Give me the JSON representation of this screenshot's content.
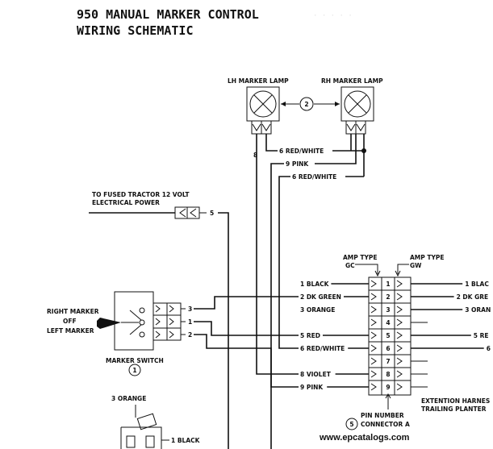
{
  "title": {
    "line1": "950 MANUAL MARKER CONTROL",
    "line2": "WIRING SCHEMATIC"
  },
  "lamps": {
    "lh": "LH MARKER LAMP",
    "rh": "RH MARKER LAMP",
    "callout": "2"
  },
  "power": {
    "line1": "TO FUSED TRACTOR 12 VOLT",
    "line2": "ELECTRICAL POWER",
    "wire": "5"
  },
  "switch": {
    "right": "RIGHT MARKER",
    "off": "OFF",
    "left": "LEFT MARKER",
    "name": "MARKER SWITCH",
    "callout": "1",
    "pins": [
      "3",
      "1",
      "2"
    ]
  },
  "lamp_wires": {
    "w8": "8",
    "w6a": "6 RED/WHITE",
    "w9": "9 PINK",
    "w6b": "6 RED/WHITE"
  },
  "connector": {
    "amp_gc_l1": "AMP TYPE",
    "amp_gc_l2": "GC",
    "amp_gw_l1": "AMP TYPE",
    "amp_gw_l2": "GW",
    "pin_label": "PIN NUMBER",
    "name": "CONNECTOR A",
    "callout": "5",
    "pins": [
      "1",
      "2",
      "3",
      "4",
      "5",
      "6",
      "7",
      "8",
      "9"
    ]
  },
  "left_wires": [
    "1 BLACK",
    "2 DK GREEN",
    "3 ORANGE",
    "5 RED",
    "6 RED/WHITE",
    "8 VIOLET",
    "9 PINK"
  ],
  "right_wires": [
    "1 BLAC",
    "2 DK GRE",
    "3 ORAN",
    "5 RE",
    "6"
  ],
  "harness": {
    "line1": "EXTENTION HARNES",
    "line2": "TRAILING PLANTER"
  },
  "bottom": {
    "orange": "3 ORANGE",
    "black": "1 BLACK"
  },
  "watermark": "www.epcatalogs.com"
}
